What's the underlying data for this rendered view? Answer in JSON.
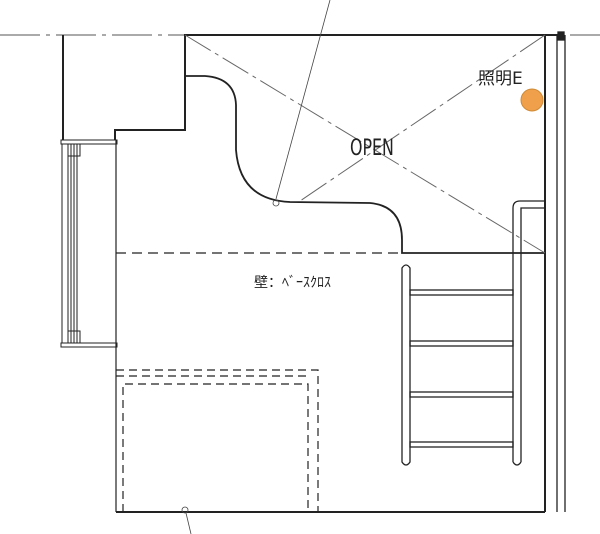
{
  "labels": {
    "open": "OPEN",
    "light": "照明E",
    "wall_finish": "壁：ﾍﾞｰｽｸﾛｽ"
  },
  "colors": {
    "light_fixture": "#F0A04B",
    "line": "#222222"
  }
}
